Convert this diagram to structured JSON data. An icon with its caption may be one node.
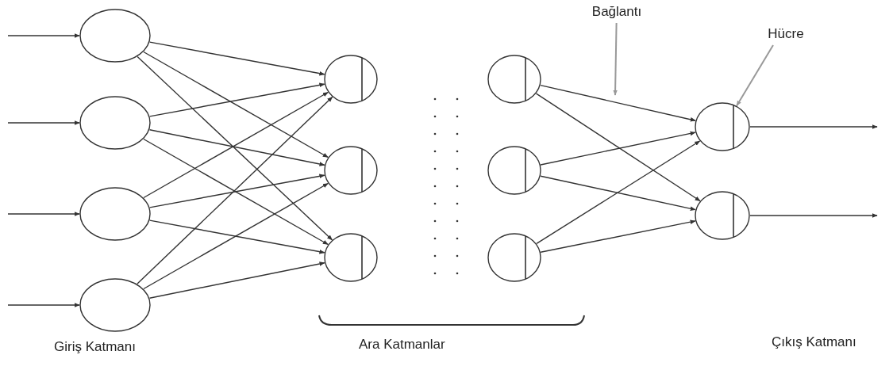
{
  "diagram": {
    "nodes": [
      {
        "text": [],
        "shape": "circle"
      },
      {
        "text": [],
        "shape": "circle"
      },
      {
        "text": [],
        "shape": "circle"
      },
      {
        "text": [],
        "shape": "circle"
      },
      {
        "text": [],
        "shape": "circle"
      },
      {
        "text": [],
        "shape": "circle"
      },
      {
        "text": [],
        "shape": "circle"
      },
      {
        "text": [],
        "shape": "circle"
      },
      {
        "text": [],
        "shape": "circle"
      },
      {
        "text": [],
        "shape": "circle"
      },
      {
        "text": [],
        "shape": "circle"
      },
      {
        "text": [],
        "shape": "circle"
      },
      {
        "text": [
          "Bağlantı"
        ]
      },
      {
        "text": [
          "Hücre"
        ]
      }
    ],
    "edges": [
      {
        "from": null,
        "to": 0,
        "arrow": "to"
      },
      {
        "from": null,
        "to": 1,
        "arrow": "to"
      },
      {
        "from": null,
        "to": 2,
        "arrow": "to"
      },
      {
        "from": null,
        "to": 3,
        "arrow": "to"
      },
      {
        "from": 0,
        "to": 4,
        "arrow": "to"
      },
      {
        "from": 0,
        "to": 5,
        "arrow": "to"
      },
      {
        "from": 0,
        "to": 6,
        "arrow": "to"
      },
      {
        "from": 1,
        "to": 4,
        "arrow": "to"
      },
      {
        "from": 1,
        "to": 5,
        "arrow": "to"
      },
      {
        "from": 1,
        "to": 6,
        "arrow": "to"
      },
      {
        "from": 2,
        "to": 4,
        "arrow": "to"
      },
      {
        "from": 2,
        "to": 5,
        "arrow": "to"
      },
      {
        "from": 2,
        "to": 6,
        "arrow": "to"
      },
      {
        "from": 3,
        "to": 4,
        "arrow": "to"
      },
      {
        "from": 3,
        "to": 5,
        "arrow": "to"
      },
      {
        "from": 3,
        "to": 6,
        "arrow": "to"
      },
      {
        "from": 7,
        "to": 10,
        "arrow": "to"
      },
      {
        "from": 7,
        "to": 11,
        "arrow": "to"
      },
      {
        "from": 8,
        "to": 10,
        "arrow": "to"
      },
      {
        "from": 8,
        "to": 11,
        "arrow": "to"
      },
      {
        "from": 9,
        "to": 10,
        "arrow": "to"
      },
      {
        "from": 9,
        "to": 11,
        "arrow": "to"
      },
      {
        "from": 10,
        "to": null,
        "arrow": "to"
      },
      {
        "from": 11,
        "to": null,
        "arrow": "to"
      },
      {
        "from": 12,
        "to": null,
        "arrow": "to",
        "color": "#999999"
      },
      {
        "from": 13,
        "to": 10,
        "arrow": "to",
        "color": "#999999"
      }
    ],
    "labels": [
      "Giriş Katmanı",
      "Ara Katmanlar",
      "Çıkış Katmanı"
    ]
  }
}
